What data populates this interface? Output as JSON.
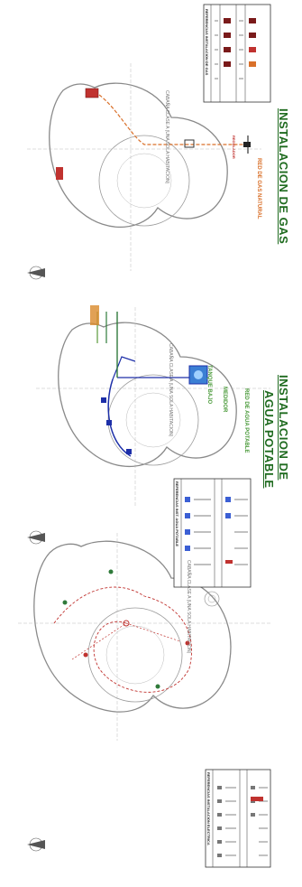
{
  "sheets": [
    {
      "id": "electrica",
      "caption": "CABAÑA CLASE A (UNA SOLA HABITACION)",
      "legend_title": "REFERENCIAS INSTALACION ELECTRICA"
    },
    {
      "id": "agua",
      "caption": "CABAÑA CLASE A (UNA SOLA HABITACION)",
      "legend_title": "REFERENCIAS INST. AGUA POTABLE",
      "title_line1": "INSTALACION DE",
      "title_line2": "AGUA POTABLE",
      "tank_label": "TANQUE BAJO",
      "meter_label": "MEDIDOR",
      "network_label": "RED DE AGUA POTABLE"
    },
    {
      "id": "gas",
      "caption": "CABAÑA CLASE A (UNA SOLA HABITACION)",
      "legend_title": "REFERENCIAS INSTALACION DE GAS",
      "title": "INSTALACION DE GAS",
      "network_label": "RED DE GAS NATURAL",
      "meter_label": "REGULADOR"
    }
  ],
  "colors": {
    "title_green": "#1f6b1f",
    "water_blue": "#1d2fa8",
    "gas_orange": "#d9702a",
    "electric_red": "#c0322f",
    "outline": "#8a8a8a"
  }
}
